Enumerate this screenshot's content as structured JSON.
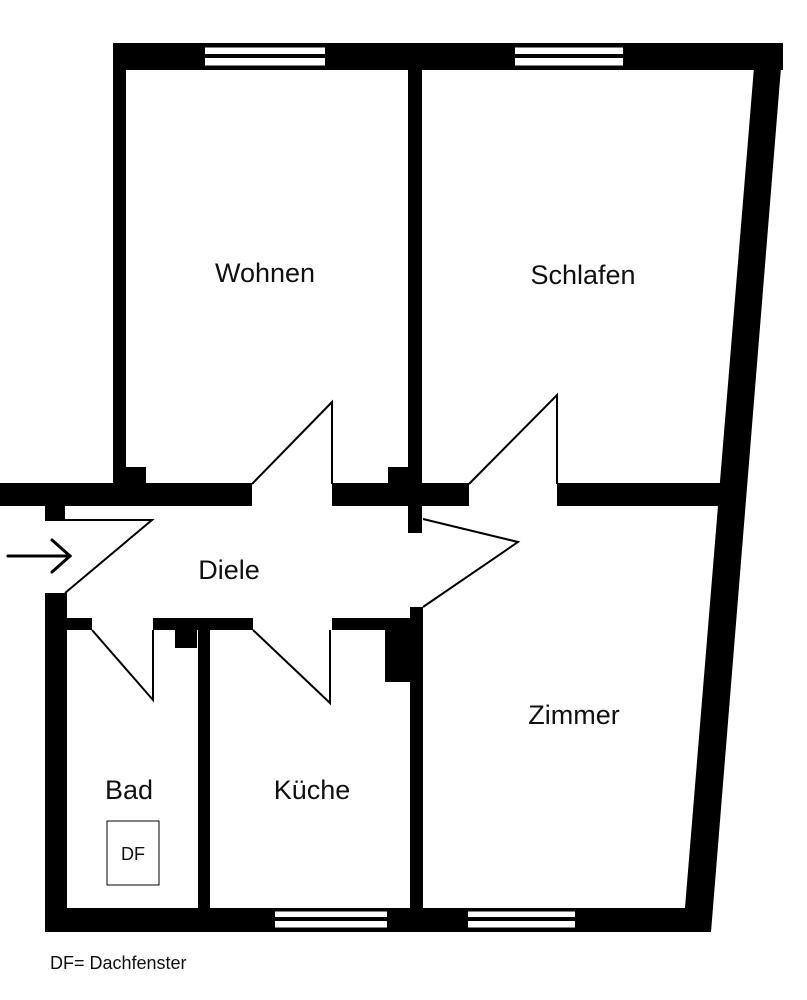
{
  "plan": {
    "rooms": {
      "wohnen": "Wohnen",
      "schlafen": "Schlafen",
      "diele": "Diele",
      "zimmer": "Zimmer",
      "bad": "Bad",
      "kueche": "Küche"
    },
    "skylight_label": "DF",
    "legend": "DF= Dachfenster",
    "colors": {
      "wall": "#000000",
      "background": "#ffffff"
    },
    "icons": [
      "entrance-arrow-icon",
      "door-swing-icon",
      "window-icon"
    ]
  }
}
